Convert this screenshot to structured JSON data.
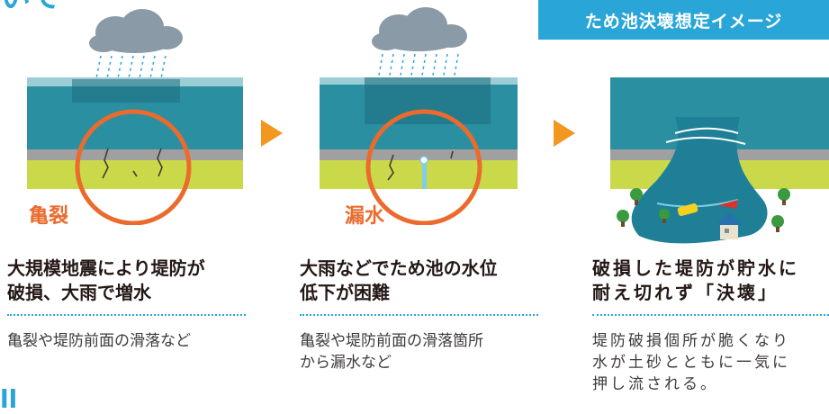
{
  "page": {
    "heading_fragment": "いて",
    "bottom_fragment": "ll"
  },
  "badge": {
    "label": "ため池決壊想定イメージ",
    "color": "#2aa5d8"
  },
  "accent_colors": {
    "water": "#2a8fa0",
    "embankment": "#c9d94a",
    "crack_highlight": "#ea6b2d",
    "rule": "#2aa5d8"
  },
  "steps": [
    {
      "tag": "亀裂",
      "heading_lines": [
        "大規模地震により堤防が",
        "破損、大雨で増水"
      ],
      "description_lines": [
        "亀裂や堤防前面の滑落など"
      ],
      "illustration": "crack-illustration"
    },
    {
      "tag": "漏水",
      "heading_lines": [
        "大雨などでため池の水位",
        "低下が困難"
      ],
      "description_lines": [
        "亀裂や堤防前面の滑落箇所",
        "から漏水など"
      ],
      "illustration": "leak-illustration"
    },
    {
      "tag": "",
      "heading_lines": [
        "破損した堤防が貯水に",
        "耐え切れず「決壊」"
      ],
      "description_lines": [
        "堤防破損個所が脆くなり",
        "水が土砂とともに一気に",
        "押し流される。"
      ],
      "illustration": "breach-illustration"
    }
  ]
}
